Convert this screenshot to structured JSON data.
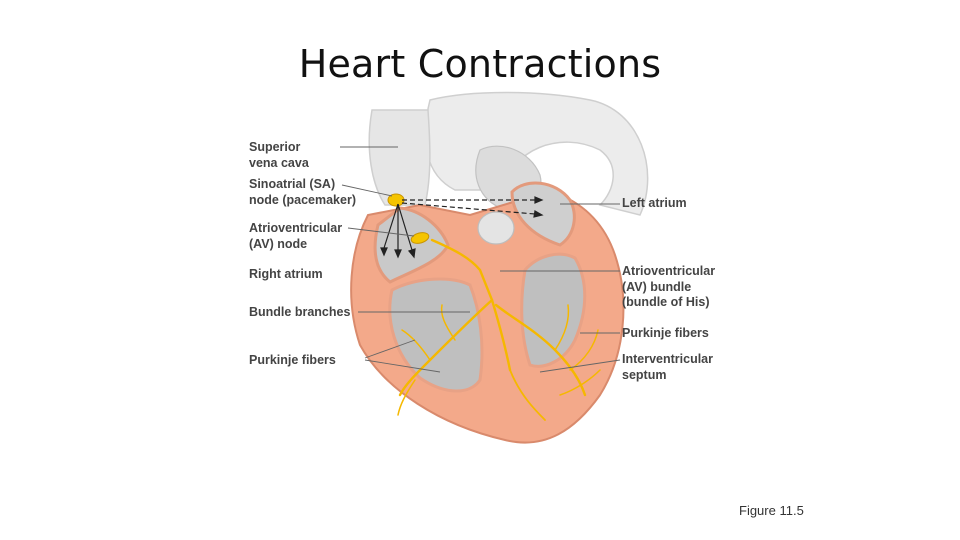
{
  "slide": {
    "title": "Heart Contractions",
    "figure_ref": "Figure 11.5"
  },
  "diagram": {
    "left_labels": {
      "svc": "Superior\nvena cava",
      "sa_node": "Sinoatrial (SA)\nnode (pacemaker)",
      "av_node": "Atrioventricular\n(AV) node",
      "right_atrium": "Right atrium",
      "bundle_branches": "Bundle branches",
      "purkinje_left": "Purkinje fibers"
    },
    "right_labels": {
      "left_atrium": "Left atrium",
      "av_bundle": "Atrioventricular\n(AV) bundle\n(bundle of His)",
      "purkinje_right": "Purkinje fibers",
      "septum": "Interventricular\nseptum"
    },
    "colors": {
      "muscle": "#f3a98a",
      "muscle_inner": "#f8c6ae",
      "vessel": "#e8e8e8",
      "chamber": "#c9c9c9",
      "conduction": "#f5b800",
      "outline": "#d98a6c"
    }
  }
}
